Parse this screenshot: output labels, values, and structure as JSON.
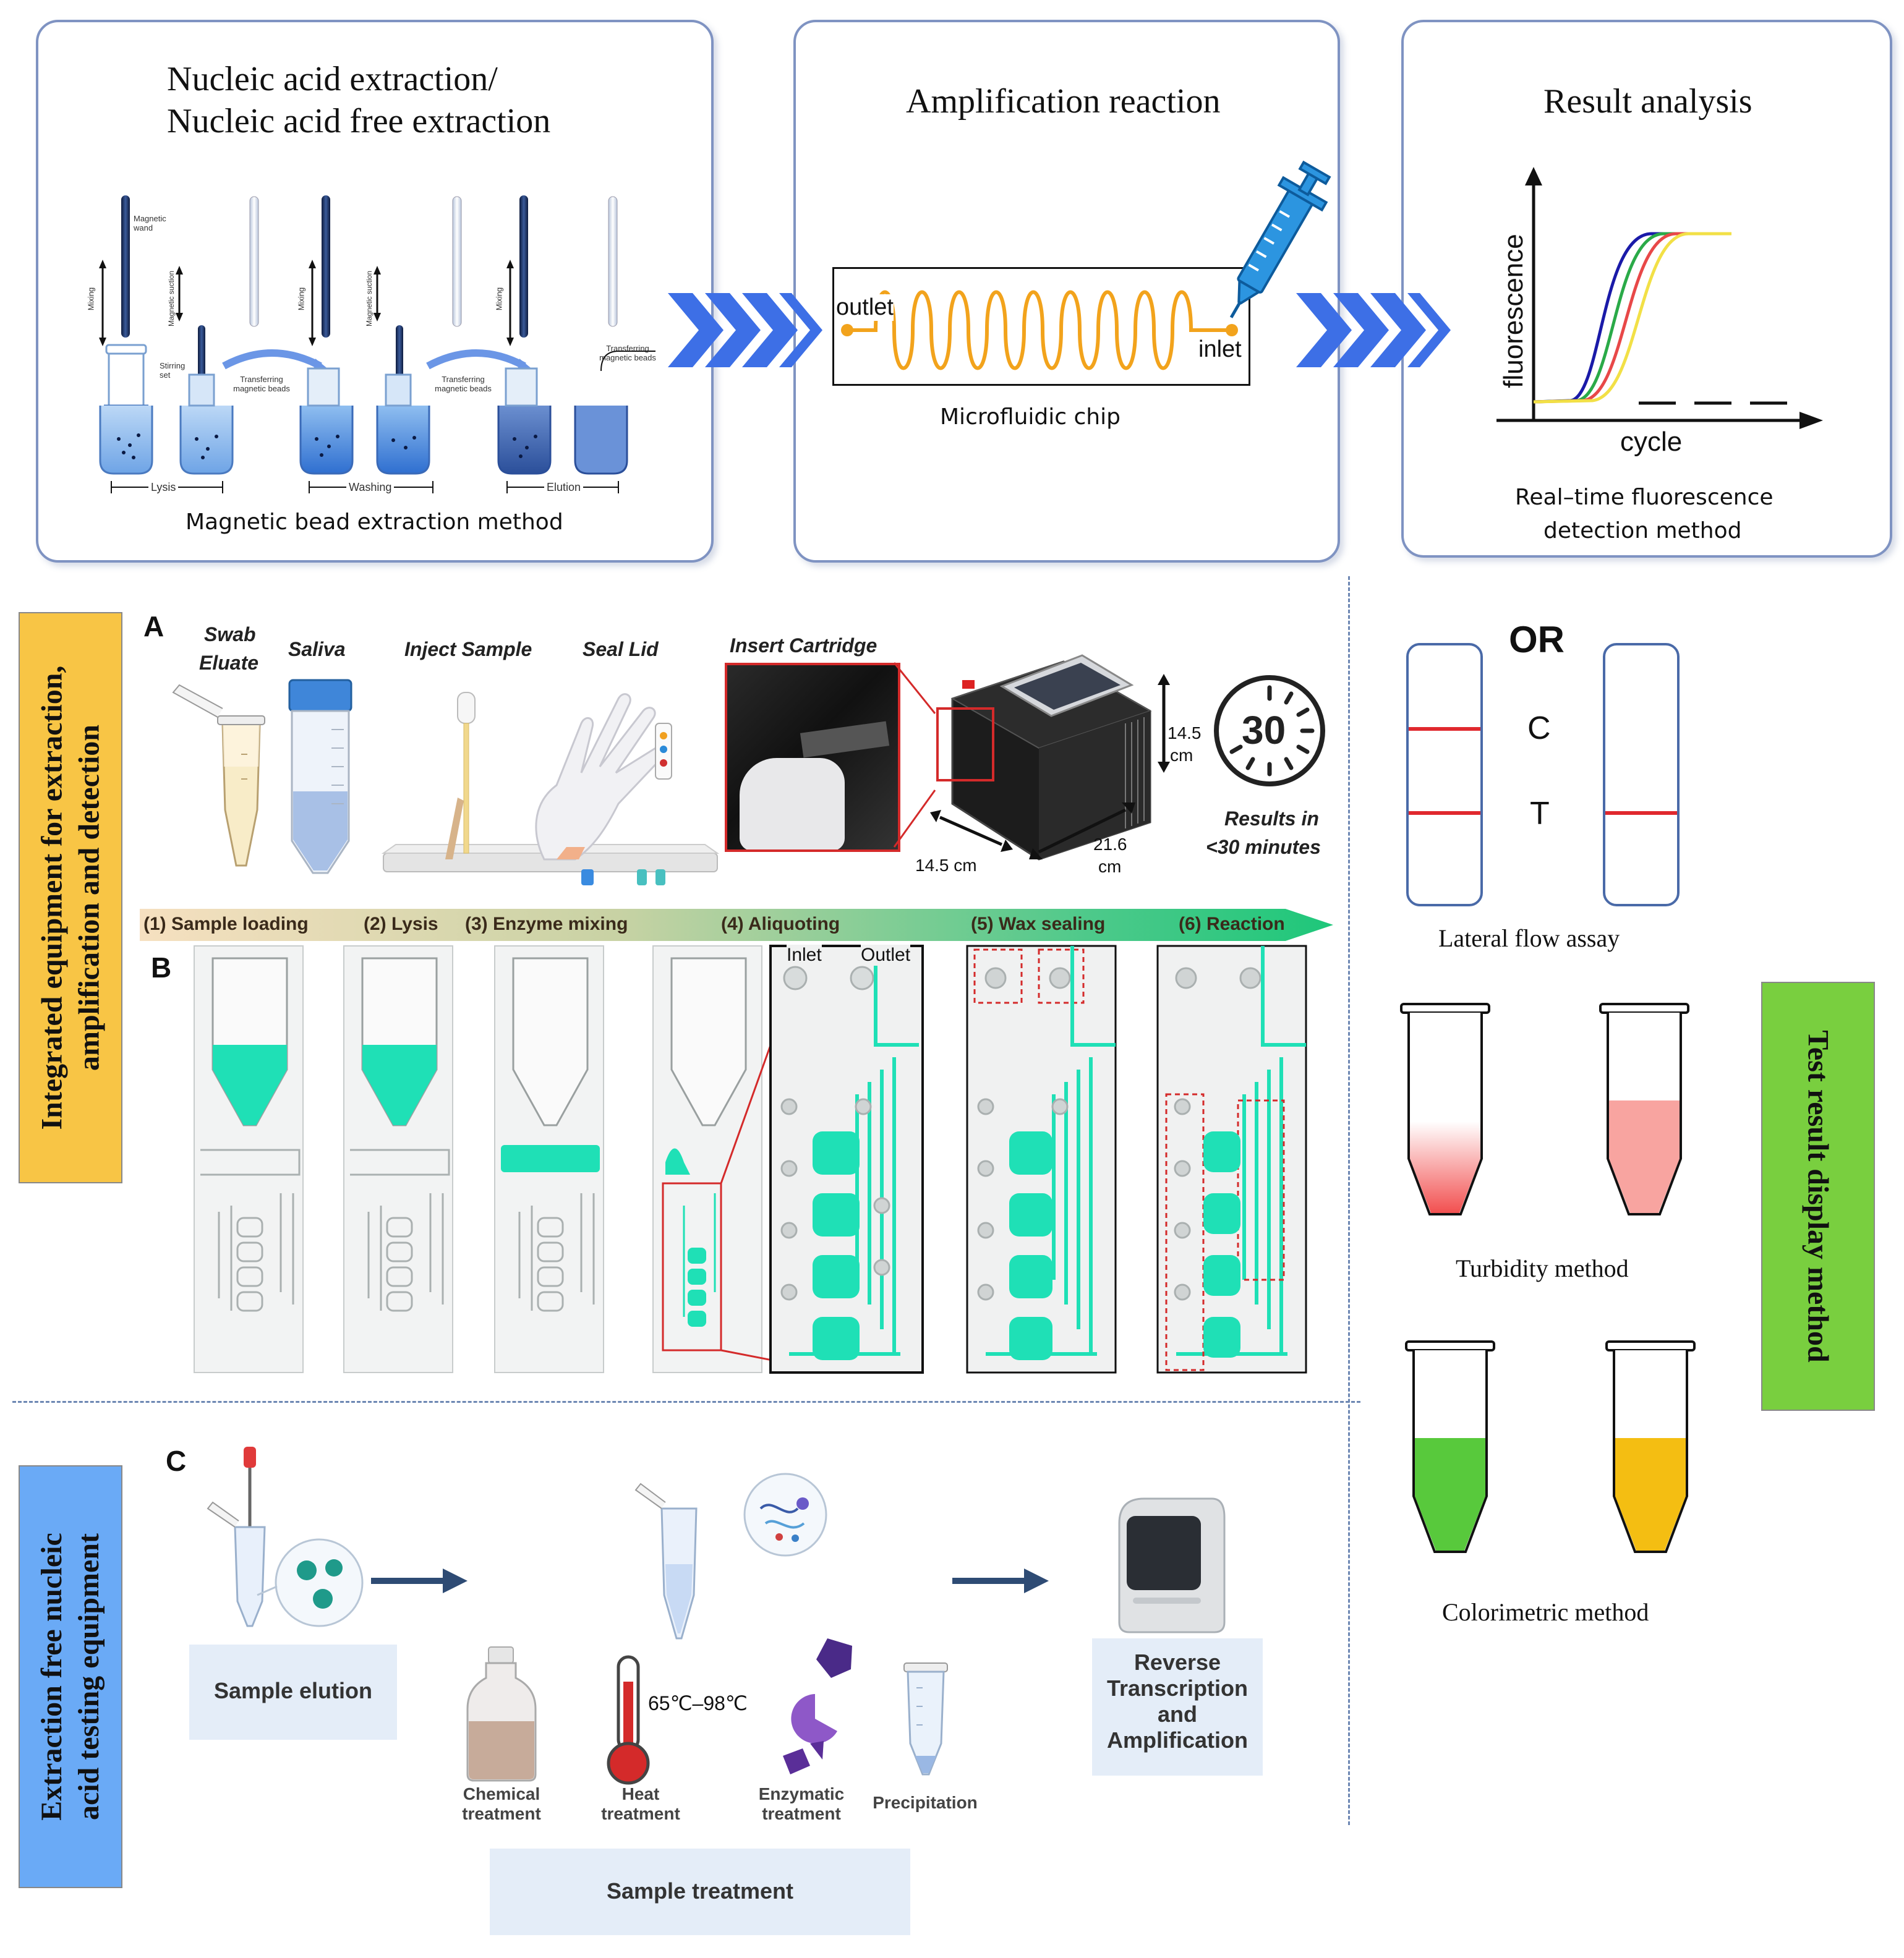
{
  "colors": {
    "panel_border": "#7f93c2",
    "chevron": "#3d6fe6",
    "teal": "#1fe0b6",
    "orange_label": "#f8c545",
    "blue_label": "#6aaaf6",
    "green_label": "#79cf3f",
    "lfa_line": "#e0282e",
    "curve_blue": "#1a1aa8",
    "curve_green": "#2aaa48",
    "curve_red": "#e84848",
    "curve_yellow": "#f2e046",
    "turbidity_pink": "#f8a4a0",
    "colorimetric_green": "#58c93c",
    "colorimetric_orange": "#f4be12"
  },
  "top": {
    "extraction": {
      "title_line1": "Nucleic acid extraction/",
      "title_line2": "Nucleic acid free extraction",
      "caption": "Magnetic bead extraction method",
      "small_labels": {
        "magnetic_wand": "Magnetic wand",
        "mixing": "Mixing",
        "magnetic_suction": "Magnetic suction",
        "stirring_set": "Stirring set",
        "transferring": "Transferring magnetic beads",
        "lysis": "Lysis",
        "washing": "Washing",
        "elution": "Elution"
      }
    },
    "amplification": {
      "title": "Amplification reaction",
      "outlet": "outlet",
      "inlet": "inlet",
      "caption": "Microfluidic chip"
    },
    "result": {
      "title": "Result analysis",
      "ylabel": "fluorescence",
      "xlabel": "cycle",
      "caption_line1": "Real–time fluorescence",
      "caption_line2": "detection method"
    }
  },
  "sections": {
    "integrated_line1": "Integrated equipment for extraction,",
    "integrated_line2": "amplification and detection",
    "extraction_free_line1": "Extraction free nucleic",
    "extraction_free_line2": "acid testing equipment",
    "test_result": "Test result display method"
  },
  "panelA": {
    "letter": "A",
    "swab_line1": "Swab",
    "swab_line2": "Eluate",
    "saliva": "Saliva",
    "inject": "Inject Sample",
    "seal": "Seal Lid",
    "insert": "Insert Cartridge",
    "dim_height": "14.5",
    "dim_height_unit": "cm",
    "dim_width": "14.5 cm",
    "dim_depth": "21.6",
    "dim_depth_unit": "cm",
    "timer": "30",
    "results_line1": "Results in",
    "results_line2": "<30 minutes"
  },
  "panelB": {
    "letter": "B",
    "steps": [
      "(1) Sample loading",
      "(2) Lysis",
      "(3) Enzyme mixing",
      "(4) Aliquoting",
      "(5) Wax sealing",
      "(6) Reaction"
    ],
    "inlet": "Inlet",
    "outlet": "Outlet"
  },
  "panelC": {
    "letter": "C",
    "sample_elution": "Sample elution",
    "chemical_line1": "Chemical",
    "chemical_line2": "treatment",
    "temperature": "65℃–98℃",
    "heat_line1": "Heat",
    "heat_line2": "treatment",
    "enzymatic_line1": "Enzymatic",
    "enzymatic_line2": "treatment",
    "precipitation": "Precipitation",
    "rt_line1": "Reverse",
    "rt_line2": "Transcription",
    "rt_line3": "and",
    "rt_line4": "Amplification",
    "sample_treatment": "Sample treatment"
  },
  "right": {
    "or": "OR",
    "c": "C",
    "t": "T",
    "lfa": "Lateral flow assay",
    "turbidity": "Turbidity method",
    "colorimetric": "Colorimetric method"
  }
}
